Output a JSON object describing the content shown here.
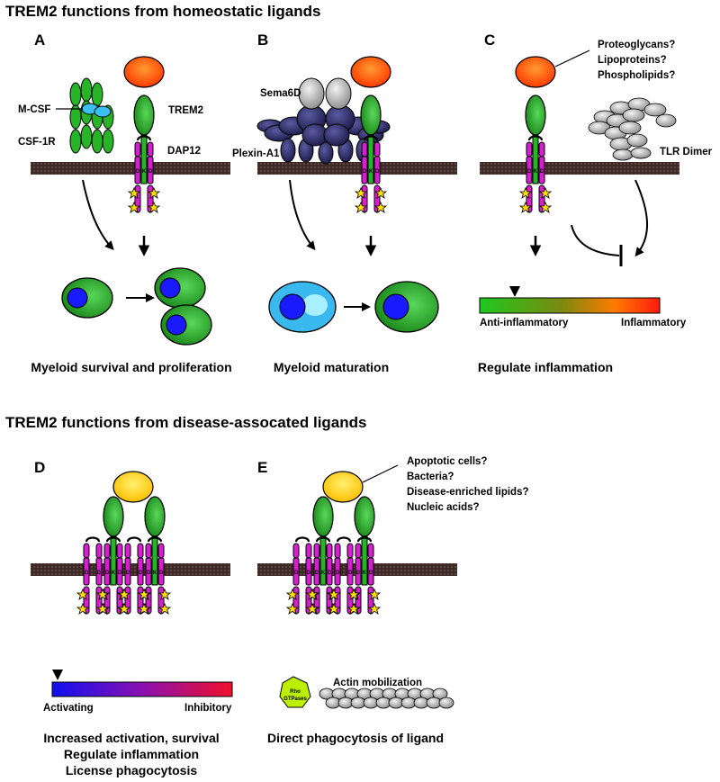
{
  "section_titles": {
    "homeostatic": "TREM2 functions from homeostatic ligands",
    "disease": "TREM2 functions from disease-assocated ligands"
  },
  "panel_letters": [
    "A",
    "B",
    "C",
    "D",
    "E"
  ],
  "panel_a": {
    "mcsf": "M-CSF",
    "csf1r": "CSF-1R",
    "trem2": "TREM2",
    "dap12": "DAP12",
    "caption": "Myeloid survival and proliferation"
  },
  "panel_b": {
    "sema6d": "Sema6D",
    "plexin": "Plexin-A1",
    "caption": "Myeloid maturation"
  },
  "panel_c": {
    "ligands": [
      "Proteoglycans?",
      "Lipoproteins?",
      "Phospholipids?"
    ],
    "tlr": "TLR Dimer",
    "bar_left": "Anti-inflammatory",
    "bar_right": "Inflammatory",
    "caption": "Regulate inflammation"
  },
  "panel_d": {
    "bar_left": "Activating",
    "bar_right": "Inhibitory",
    "caption_lines": [
      "Increased activation, survival",
      "Regulate inflammation",
      "License phagocytosis"
    ]
  },
  "panel_e": {
    "ligands": [
      "Apoptotic cells?",
      "Bacteria?",
      "Disease-enriched lipids?",
      "Nucleic acids?"
    ],
    "rho_lines": [
      "Rho",
      "GTPases"
    ],
    "actin": "Actin mobilization",
    "caption": "Direct phagocytosis of ligand"
  },
  "colors": {
    "membrane": "#3d2a26",
    "trem2_green": "#27b427",
    "dap12_magenta": "#d61fd0",
    "ligand_orange": "#ff5500",
    "ligand_yellow": "#ffd21a",
    "plexin_navy": "#2a2a6a",
    "rho_lime": "#bdf000"
  }
}
